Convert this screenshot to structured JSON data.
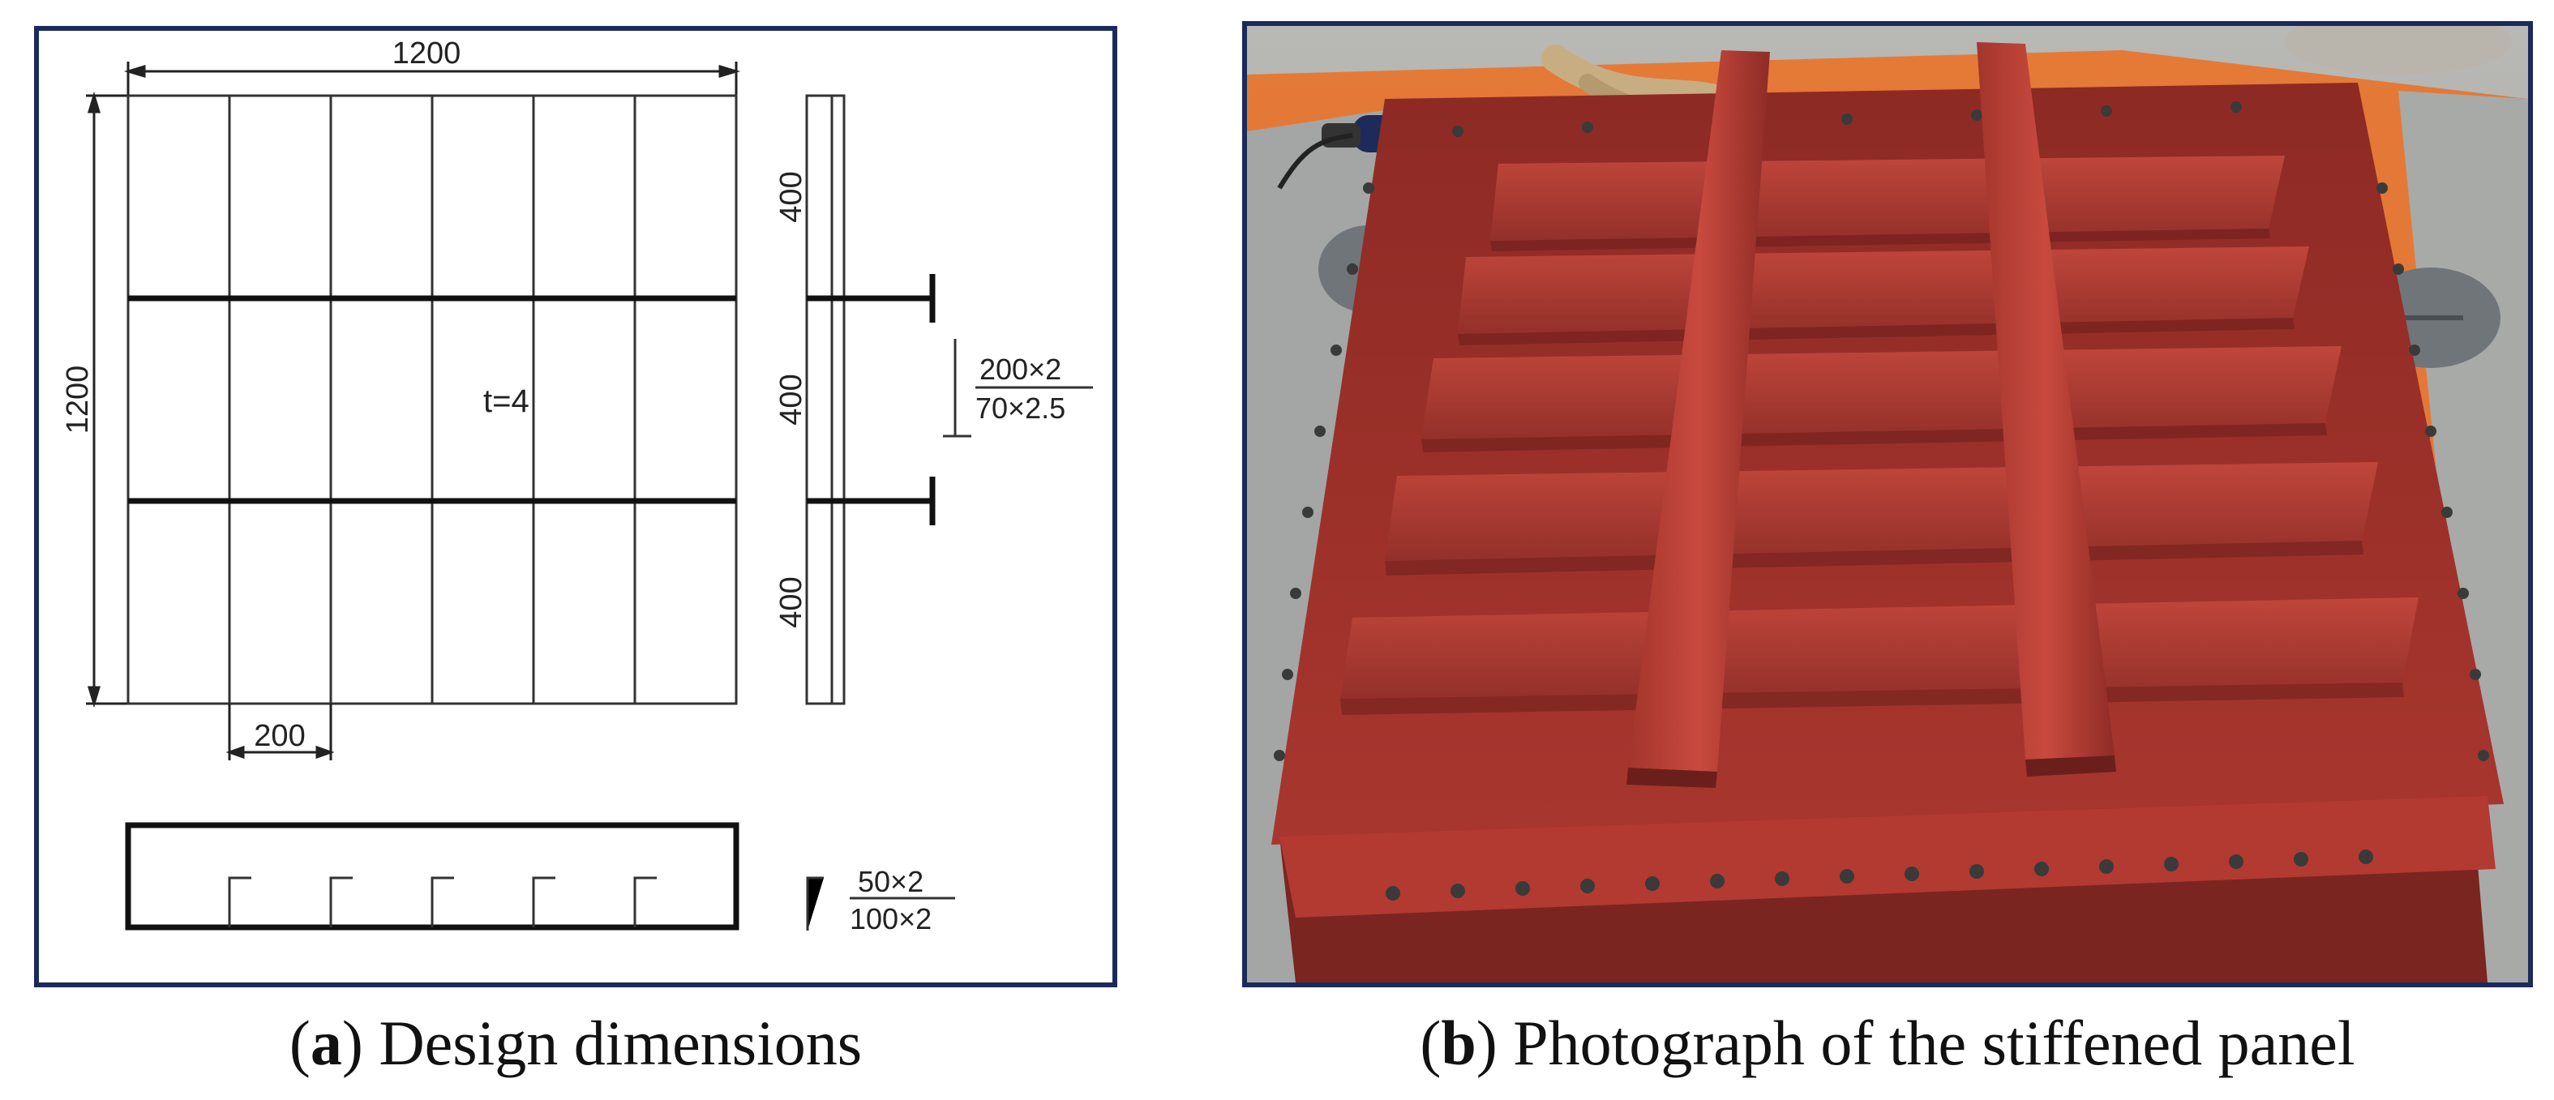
{
  "panel_a": {
    "dim_width_top": "1200",
    "dim_height_left": "1200",
    "dim_spacing": "200",
    "thickness": "t=4",
    "side_dims": [
      "400",
      "400",
      "400"
    ],
    "t_stiffener_top": "200×2",
    "t_stiffener_bottom": "70×2.5",
    "l_stiffener_top": "50×2",
    "l_stiffener_bottom": "100×2"
  },
  "captions": {
    "a_letter": "a",
    "a_text": " Design dimensions",
    "b_letter": "b",
    "b_text": " Photograph of the stiffened panel"
  },
  "colors": {
    "frame_border": "#1b2a5c",
    "panel_red": "#a8332b",
    "floor_orange": "#e8742c"
  }
}
